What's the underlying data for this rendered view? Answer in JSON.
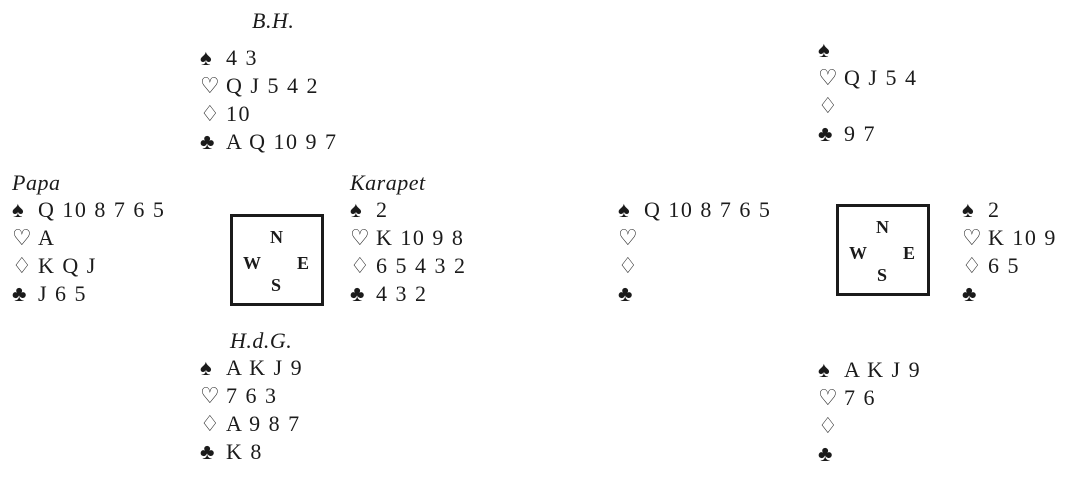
{
  "left_diagram": {
    "north": {
      "name": "B.H.",
      "spades": "4 3",
      "hearts": "Q J 5 4 2",
      "diamonds": "10",
      "clubs": "A Q 10 9 7"
    },
    "west": {
      "name": "Papa",
      "spades": "Q 10 8 7 6 5",
      "hearts": "A",
      "diamonds": "K Q J",
      "clubs": "J 6 5"
    },
    "east": {
      "name": "Karapet",
      "spades": "2",
      "hearts": "K 10 9 8",
      "diamonds": "6 5 4 3 2",
      "clubs": "4 3 2"
    },
    "south": {
      "name": "H.d.G.",
      "spades": "A K J 9",
      "hearts": "7 6 3",
      "diamonds": "A 9 8 7",
      "clubs": "K 8"
    },
    "compass": {
      "n": "N",
      "w": "W",
      "e": "E",
      "s": "S"
    }
  },
  "right_diagram": {
    "north": {
      "spades": "",
      "hearts": "Q J 5 4",
      "diamonds": "",
      "clubs": "9 7"
    },
    "west": {
      "spades": "Q 10 8 7 6 5",
      "hearts": "",
      "diamonds": "",
      "clubs": ""
    },
    "east": {
      "spades": "2",
      "hearts": "K 10 9",
      "diamonds": "6 5",
      "clubs": ""
    },
    "south": {
      "spades": "A K J 9",
      "hearts": "7 6",
      "diamonds": "",
      "clubs": ""
    },
    "compass": {
      "n": "N",
      "w": "W",
      "e": "E",
      "s": "S"
    }
  },
  "suit_symbols": {
    "spades": "♠",
    "hearts": "♡",
    "diamonds": "♢",
    "clubs": "♣"
  },
  "colors": {
    "ink": "#1b1b1b",
    "paper": "#ffffff"
  }
}
